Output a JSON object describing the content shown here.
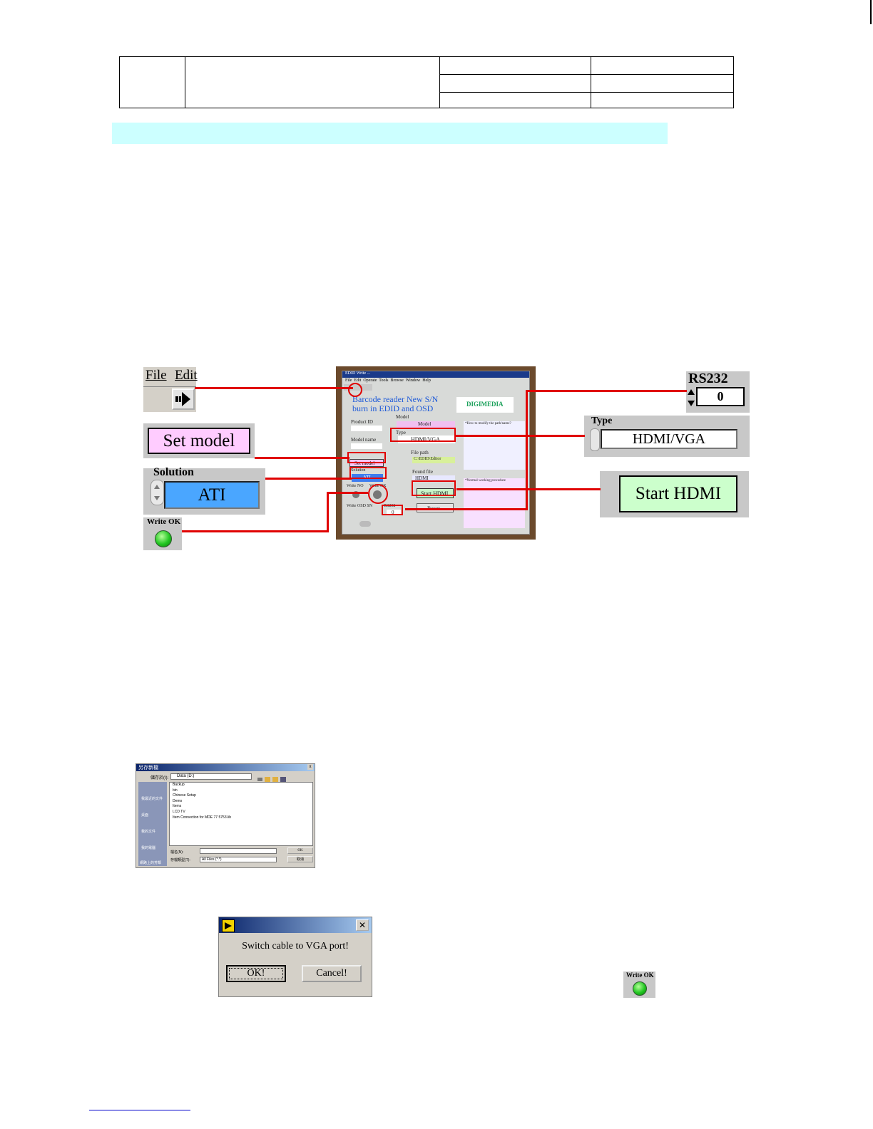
{
  "toolbar_panel": {
    "menu_file": "File",
    "menu_edit": "Edit",
    "run_icon": "run-arrow-icon"
  },
  "set_model_panel": {
    "label": "Set model",
    "bg": "#ffccff"
  },
  "solution_panel": {
    "label": "Solution",
    "value": "ATI",
    "bg": "#4aa6ff"
  },
  "write_ok_panel": {
    "label": "Write OK"
  },
  "rs232_panel": {
    "label": "RS232",
    "value": "0"
  },
  "type_panel": {
    "label": "Type",
    "value": "HDMI/VGA"
  },
  "start_hdmi_panel": {
    "label": "Start HDMI",
    "bg": "#ccffcc"
  },
  "app_screenshot": {
    "title": "EDID Write ...",
    "menu": [
      "File",
      "Edit",
      "Operate",
      "Tools",
      "Browse",
      "Window",
      "Help"
    ],
    "heading_line1": "Barcode reader New S/N",
    "heading_line2": "burn in EDID and OSD",
    "logo": "DIGIMEDIA",
    "product_id": "Product ID",
    "model_name": "Model name",
    "model_label": "Model",
    "model_value": "Model",
    "type_label": "Type",
    "type_value": "HDMI/VGA",
    "set_model": "Set model",
    "solution_label": "Solution",
    "solution_value": "ATI",
    "file_path_label": "File path",
    "file_path_value": "C:\\EDID\\Editor",
    "found_file_label": "Found file",
    "found_file_value": "HDMI",
    "write_no": "Write NO",
    "write_ok": "Write OK",
    "start_hdmi": "Start HDMI",
    "rs232": "RS232",
    "rs232_value": "0",
    "reset": "Reset",
    "write_osd": "Write OSD SN",
    "notes_a": "*How to modify the path/name?",
    "notes_b": "*Normal working procedure"
  },
  "save_dialog": {
    "title": "另存新檔",
    "save_in_label": "儲存於(I):",
    "save_in_value": "Data (D:)",
    "places": [
      "我最近的文件",
      "桌面",
      "我的文件",
      "我的電腦",
      "網路上的芳鄰"
    ],
    "files": [
      "Backup",
      "bin",
      "Chinese Setup",
      "Demo",
      "Items",
      "LCD TV",
      "Item Connection for MDE 77 5753.lib"
    ],
    "filename_label": "檔名(N):",
    "filetype_label": "存檔類型(T):",
    "filetype_value": "All Files (*.*)",
    "ok": "OK",
    "cancel": "取消"
  },
  "confirm_dialog": {
    "message": "Switch cable to VGA port!",
    "ok": "OK!",
    "cancel": "Cancel!",
    "close": "✕"
  },
  "write_ok_small": {
    "label": "Write OK"
  },
  "colors": {
    "callout_red": "#e00000",
    "highlight_band": "#ccffff"
  }
}
